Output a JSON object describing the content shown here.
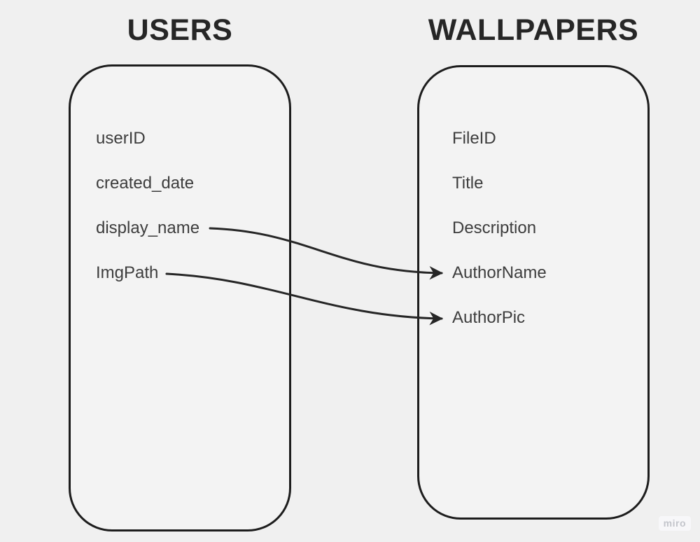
{
  "page": {
    "background_color": "#f0f0f0",
    "stroke_color": "#262626",
    "field_text_color": "#3d3d3d",
    "title_text_color": "#262626"
  },
  "entities": [
    {
      "id": "users",
      "title": "USERS",
      "fields": [
        "userID",
        "created_date",
        "display_name",
        "ImgPath"
      ]
    },
    {
      "id": "wallpapers",
      "title": "WALLPAPERS",
      "fields": [
        "FileID",
        "Title",
        "Description",
        "AuthorName",
        "AuthorPic"
      ]
    }
  ],
  "relationships": [
    {
      "from": "users.display_name",
      "to": "wallpapers.AuthorName"
    },
    {
      "from": "users.ImgPath",
      "to": "wallpapers.AuthorPic"
    }
  ],
  "watermark": {
    "label": "miro"
  }
}
